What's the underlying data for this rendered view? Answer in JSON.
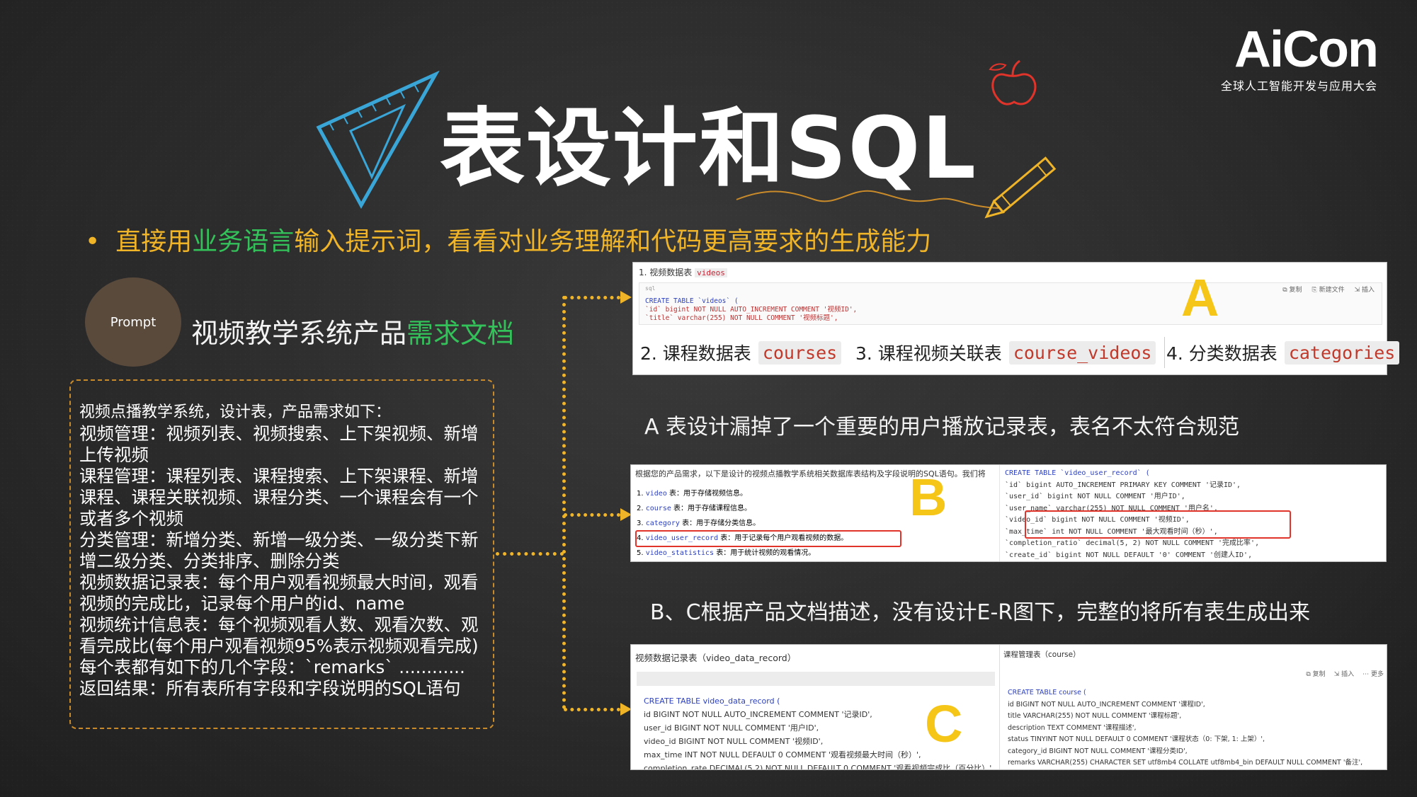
{
  "title": "表设计和SQL",
  "logo": {
    "main": "AiCon",
    "sub": "全球人工智能开发与应用大会"
  },
  "bullet": {
    "dot": "•",
    "part1": "直接用",
    "highlight": "业务语言",
    "part2": "输入提示词，看看对业务理解和代码更高要求的生成能力"
  },
  "prompt": {
    "label": "Prompt",
    "title_plain": "视频教学系统产品",
    "title_green": "需求文档"
  },
  "requirements": [
    "视频点播教学系统，设计表，产品需求如下：",
    "视频管理：视频列表、视频搜索、上下架视频、新增",
    "上传视频",
    "课程管理：课程列表、课程搜索、上下架课程、新增",
    "课程、课程关联视频、课程分类、一个课程会有一个",
    "或者多个视频",
    "分类管理：新增分类、新增一级分类、一级分类下新",
    "增二级分类、分类排序、删除分类",
    "视频数据记录表：每个用户观看视频最大时间，观看",
    "视频的完成比，记录每个用户的id、name",
    "视频统计信息表：每个视频观看人数、观看次数、观",
    "看完成比(每个用户观看视频95%表示视频观看完成)",
    "每个表都有如下的几个字段：`remarks` ............",
    "返回结果：所有表所有字段和字段说明的SQL语句"
  ],
  "panel_a": {
    "header": "1. 视频数据表",
    "header_tag": "videos",
    "lang": "sql",
    "actions": [
      "复制",
      "新建文件",
      "插入"
    ],
    "code": [
      "CREATE TABLE `videos` (",
      "  `id` bigint NOT NULL AUTO_INCREMENT COMMENT '视频ID',",
      "  `title` varchar(255) NOT NULL COMMENT '视频标题',"
    ],
    "tabs": [
      {
        "label": "2. 课程数据表",
        "name": "courses"
      },
      {
        "label": "3. 课程视频关联表",
        "name": "course_videos"
      },
      {
        "label": "4. 分类数据表",
        "name": "categories"
      }
    ],
    "letter": "A",
    "caption": "A 表设计漏掉了一个重要的用户播放记录表，表名不太符合规范"
  },
  "panel_b": {
    "intro": "根据您的产品需求，以下是设计的视频点播教学系统相关数据库表结构及字段说明的SQL语句。我们将",
    "items": [
      {
        "num": "1.",
        "name": "video",
        "desc": "表：用于存储视频信息。"
      },
      {
        "num": "2.",
        "name": "course",
        "desc": "表：用于存储课程信息。"
      },
      {
        "num": "3.",
        "name": "category",
        "desc": "表：用于存储分类信息。"
      },
      {
        "num": "4.",
        "name": "video_user_record",
        "desc": "表：用于记录每个用户观看视频的数据。"
      },
      {
        "num": "5.",
        "name": "video_statistics",
        "desc": "表：用于统计视频的观看情况。"
      }
    ],
    "code": [
      "CREATE TABLE `video_user_record` (",
      "  `id` bigint AUTO_INCREMENT PRIMARY KEY COMMENT '记录ID',",
      "  `user_id` bigint NOT NULL COMMENT '用户ID',",
      "  `user_name` varchar(255) NOT NULL COMMENT '用户名',",
      "  `video_id` bigint NOT NULL COMMENT '视频ID',",
      "  `max_time` int NOT NULL COMMENT '最大观看时间（秒）',",
      "  `completion_ratio` decimal(5, 2) NOT NULL COMMENT '完成比率',",
      "  `create_id` bigint NOT NULL DEFAULT '0' COMMENT '创建人ID',"
    ],
    "letter": "B",
    "caption": "B、C根据产品文档描述，没有设计E-R图下，完整的将所有表生成出来"
  },
  "panel_c": {
    "left_header": "视频数据记录表（video_data_record）",
    "left_code": [
      "CREATE TABLE video_data_record (",
      "  id BIGINT NOT NULL AUTO_INCREMENT COMMENT '记录ID',",
      "  user_id BIGINT NOT NULL COMMENT '用户ID',",
      "  video_id BIGINT NOT NULL COMMENT '视频ID',",
      "  max_time INT NOT NULL DEFAULT 0 COMMENT '观看视频最大时间（秒）',",
      "  completion_rate DECIMAL(5,2) NOT NULL DEFAULT 0 COMMENT '观看视频完成比（百分比）',"
    ],
    "right_header": "课程管理表（course）",
    "right_actions": [
      "复制",
      "插入",
      "更多"
    ],
    "right_code": [
      "CREATE TABLE course (",
      "  id BIGINT NOT NULL AUTO_INCREMENT COMMENT '课程ID',",
      "  title VARCHAR(255) NOT NULL COMMENT '课程标题',",
      "  description TEXT COMMENT '课程描述',",
      "  status TINYINT NOT NULL DEFAULT 0 COMMENT '课程状态（0: 下架, 1: 上架）',",
      "  category_id BIGINT NOT NULL COMMENT '课程分类ID',",
      "  remarks VARCHAR(255) CHARACTER SET utf8mb4 COLLATE utf8mb4_bin DEFAULT NULL COMMENT '备注',"
    ],
    "letter": "C"
  },
  "colors": {
    "accent": "#f0b428",
    "green": "#33c25a",
    "letter": "#f5c518",
    "highlight_red": "#e0342b"
  }
}
